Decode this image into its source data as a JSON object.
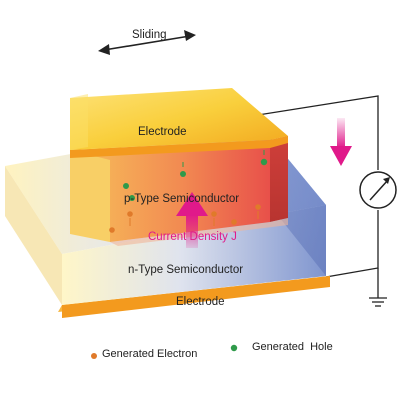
{
  "labels": {
    "sliding": "Sliding",
    "top_electrode": "Electrode",
    "p_type": "p-Type Semiconductor",
    "current_density": "Current Density J",
    "n_type": "n-Type Semiconductor",
    "bottom_electrode": "Electrode"
  },
  "legend": {
    "electron": "Generated Electron",
    "hole": "Generated  Hole"
  },
  "colors": {
    "electron": "#e07a2a",
    "hole": "#2f9a4a",
    "current_arrow": "#e0198a",
    "electrode": "#f39a1e",
    "circuit": "#222222"
  },
  "icons": {
    "sliding_arrow": "double-headed-arrow-icon",
    "meter": "ammeter-icon",
    "ground": "ground-icon"
  }
}
